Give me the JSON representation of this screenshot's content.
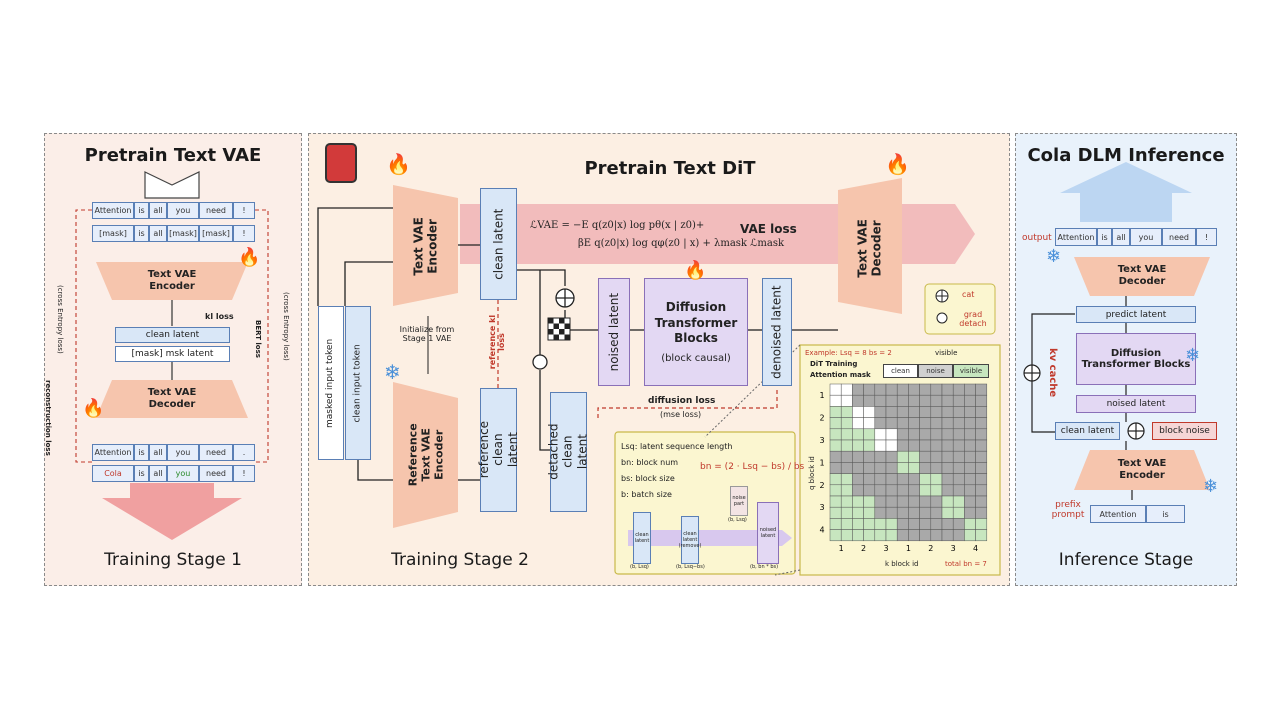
{
  "stage1": {
    "title": "Pretrain Text VAE",
    "stage_label": "Training Stage 1",
    "top_tokens": [
      "Attention",
      "is",
      "all",
      "you",
      "need",
      "!"
    ],
    "masked_tokens": [
      "[mask]",
      "is",
      "all",
      "[mask]",
      "[mask]",
      "!"
    ],
    "encoder": "Text VAE Encoder",
    "decoder": "Text VAE Decoder",
    "kl_loss": "kl loss",
    "clean_latent": "clean latent",
    "mask_latent": "[mask] msk latent",
    "recon_loss": "reconstruction loss",
    "recon_loss_sub": "(cross Entropy loss)",
    "bert_loss": "BERT loss",
    "bert_loss_sub": "(cross Entropy loss)",
    "out_row1": [
      "Attention",
      "is",
      "all",
      "you",
      "need",
      "."
    ],
    "out_row2": [
      "Cola",
      "is",
      "all",
      "you",
      "need",
      "!"
    ]
  },
  "stage2": {
    "title": "Pretrain Text DiT",
    "stage_label": "Training Stage 2",
    "encoder": "Text VAE Encoder",
    "decoder": "Text VAE Decoder",
    "ref_encoder": "Reference Text VAE Encoder",
    "clean_latent": "clean latent",
    "ref_clean_latent": "reference clean latent",
    "detached_clean_latent": "detached clean latent",
    "noised_latent": "noised latent",
    "denoised_latent": "denoised latent",
    "dit_title": "Diffusion Transformer Blocks",
    "dit_sub": "(block causal)",
    "vae_loss": "VAE loss",
    "formula1": "ℒVAE = −E q(z0|x) log pθ(x | z0)+",
    "formula2": "βE q(z0|x) log qφ(z0 | x) + λmask ℒmask",
    "masked_input": "masked input token",
    "clean_input": "clean input token",
    "init_from": "Initialize from Stage 1 VAE",
    "ref_kl_loss": "reference kl loss",
    "diffusion_loss": "diffusion loss",
    "mse_loss": "(mse loss)",
    "legend_cat": "cat",
    "legend_grad": "grad detach",
    "defs": {
      "lseq": "Lsq: latent sequence length",
      "bn": "bn: block num",
      "bs": "bs: block size",
      "b": "b: batch size",
      "formula": "bn = (2 · Lsq − bs) / bs"
    },
    "mini": {
      "clean_latent": "clean latent",
      "clean_latent_dims": "(b, Lsq)",
      "clean_latent_sub": "clean latent (remove)",
      "clean_latent_sub_dims": "(b, Lsq−bs)",
      "noise_part": "noise part",
      "noise_part_dims": "(b, Lsq)",
      "noised_latent": "noised latent",
      "noised_dims": "(b, bn * bs)"
    },
    "mask": {
      "example": "Example: Lsq = 8  bs = 2",
      "title1": "DiT Training",
      "title2": "Attention mask",
      "visible_label": "visible",
      "legend": [
        "clean",
        "noise",
        "visible"
      ],
      "q_label": "q block id",
      "k_label": "k block id",
      "total": "total bn = 7",
      "x_ticks": [
        "1",
        "2",
        "3",
        "1",
        "2",
        "3",
        "4"
      ],
      "y_ticks": [
        "1",
        "2",
        "3",
        "1",
        "2",
        "3",
        "4"
      ]
    }
  },
  "stage3": {
    "title": "Cola DLM Inference",
    "stage_label": "Inference Stage",
    "output_label": "output",
    "out_tokens": [
      "Attention",
      "is",
      "all",
      "you",
      "need",
      "!"
    ],
    "decoder": "Text VAE Decoder",
    "predict_latent": "predict latent",
    "dit": "Diffusion Transformer Blocks",
    "kv_cache": "kv cache",
    "noised_latent": "noised latent",
    "clean_latent": "clean latent",
    "block_noise": "block noise",
    "encoder": "Text VAE Encoder",
    "prefix_prompt": "prefix prompt",
    "in_tokens": [
      "Attention",
      "is"
    ]
  },
  "colors": {
    "red_accent": "#c0392b",
    "blue_box": "#d9e7f7",
    "blue_border": "#5a7fb5",
    "purple_box": "#e3d8f3",
    "salmon": "#f6c5ad",
    "green_cell": "#c7e6bf",
    "grey_cell": "#a9a9a9",
    "yellow_bg": "#fbf6d0"
  },
  "icons": [
    "fire-icon",
    "snowflake-icon",
    "cola-can-icon",
    "cat-circle-plus-icon",
    "grad-detach-icon"
  ]
}
